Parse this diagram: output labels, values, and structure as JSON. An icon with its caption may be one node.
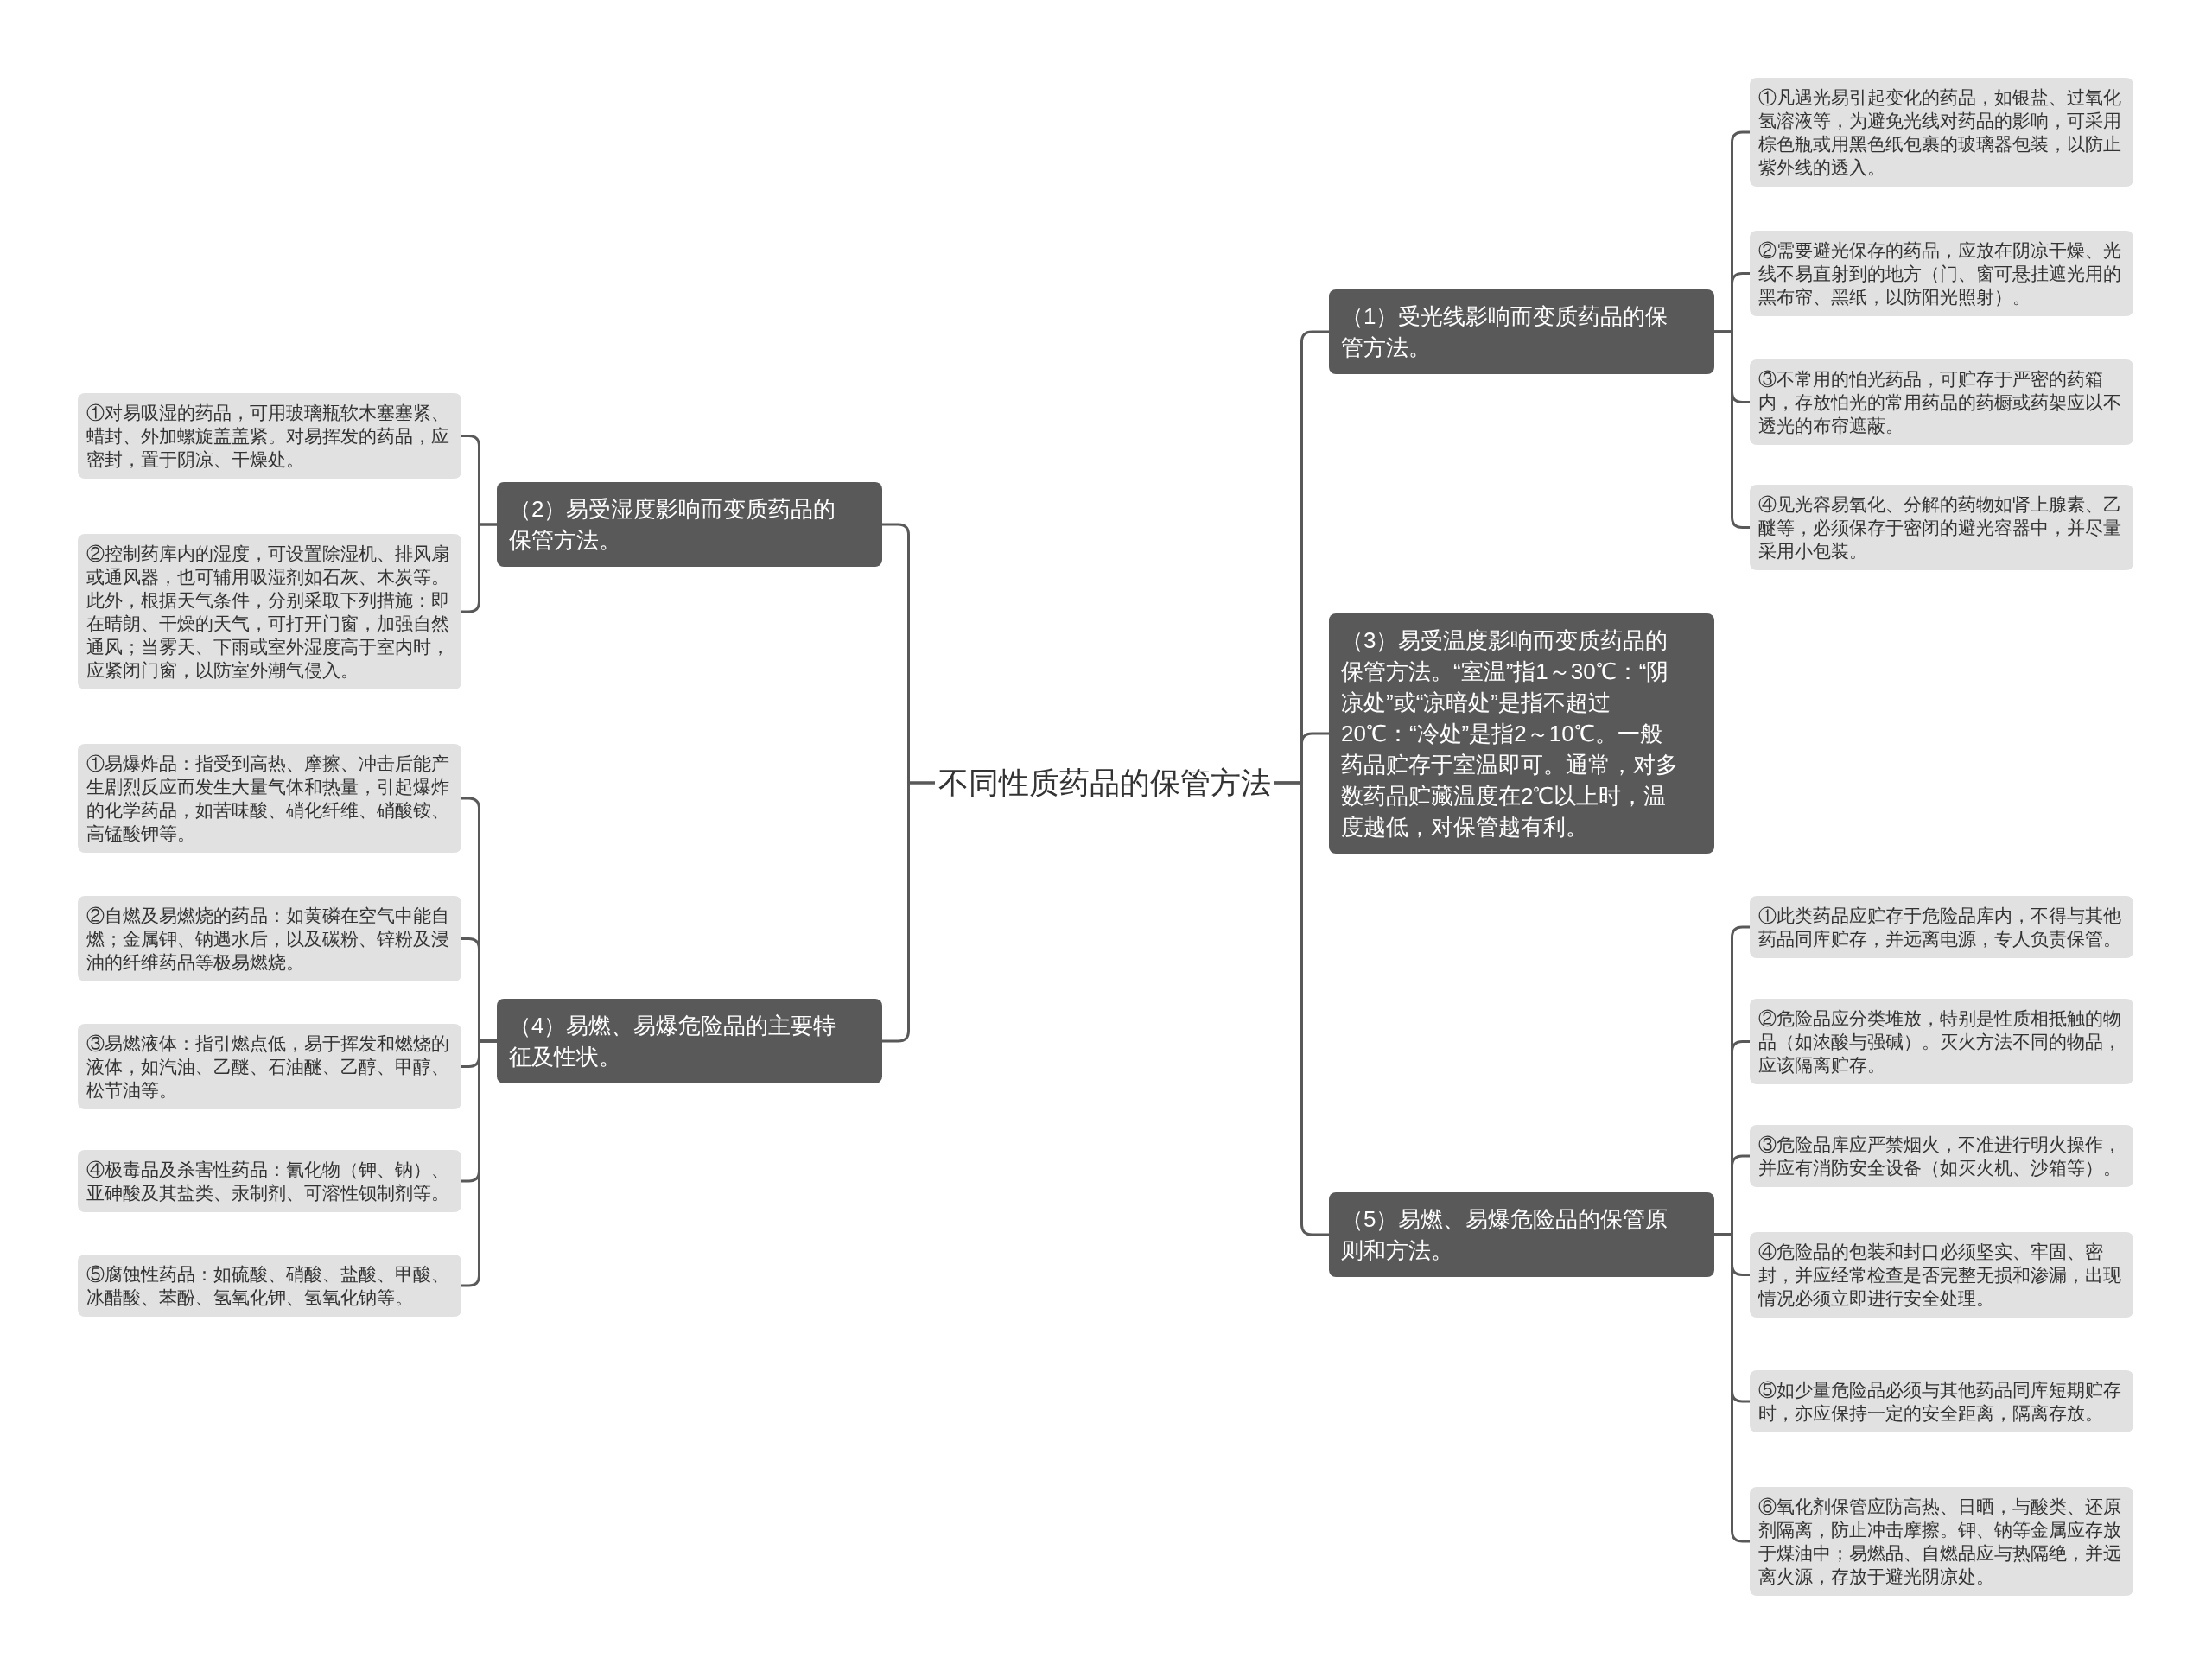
{
  "diagram": {
    "nodes": [
      {
        "text": [
          "不同性质药品的保管方法"
        ]
      },
      {
        "text": [
          "（1）受光线影响而变质药品的保管方法。"
        ]
      },
      {
        "text": [
          "①凡遇光易引起变化的药品，如银盐、过氧化氢溶液等，为避免光线对药品的影响，可采用棕色瓶或用黑色纸包裹的玻璃器包装，以防止紫外线的透入。"
        ]
      },
      {
        "text": [
          "②需要避光保存的药品，应放在阴凉干燥、光线不易直射到的地方（门、窗可悬挂遮光用的黑布帘、黑纸，以防阳光照射）。"
        ]
      },
      {
        "text": [
          "③不常用的怕光药品，可贮存于严密的药箱内，存放怕光的常用药品的药橱或药架应以不透光的布帘遮蔽。"
        ]
      },
      {
        "text": [
          "④见光容易氧化、分解的药物如肾上腺素、乙醚等，必须保存于密闭的避光容器中，并尽量采用小包装。"
        ]
      },
      {
        "text": [
          "（2）易受湿度影响而变质药品的保管方法。"
        ]
      },
      {
        "text": [
          "①对易吸湿的药品，可用玻璃瓶软木塞塞紧、蜡封、外加螺旋盖盖紧。对易挥发的药品，应密封，置于阴凉、干燥处。"
        ]
      },
      {
        "text": [
          "②控制药库内的湿度，可设置除湿机、排风扇或通风器，也可辅用吸湿剂如石灰、木炭等。此外，根据天气条件，分别采取下列措施：即在晴朗、干燥的天气，可打开门窗，加强自然通风；当雾天、下雨或室外湿度高于室内时，应紧闭门窗，以防室外潮气侵入。"
        ]
      },
      {
        "text": [
          "（3）易受温度影响而变质药品的保管方法。“室温”指1～30℃：“阴凉处”或“凉暗处”是指不超过20℃：“冷处”是指2～10℃。一般药品贮存于室温即可。通常，对多数药品贮藏温度在2℃以上时，温度越低，对保管越有利。"
        ]
      },
      {
        "text": [
          "（4）易燃、易爆危险品的主要特征及性状。"
        ]
      },
      {
        "text": [
          "①易爆炸品：指受到高热、摩擦、冲击后能产生剧烈反应而发生大量气体和热量，引起爆炸的化学药品，如苦味酸、硝化纤维、硝酸铵、高锰酸钾等。"
        ]
      },
      {
        "text": [
          "②自燃及易燃烧的药品：如黄磷在空气中能自燃；金属钾、钠遇水后，以及碳粉、锌粉及浸油的纤维药品等极易燃烧。"
        ]
      },
      {
        "text": [
          "③易燃液体：指引燃点低，易于挥发和燃烧的液体，如汽油、乙醚、石油醚、乙醇、甲醇、松节油等。"
        ]
      },
      {
        "text": [
          "④极毒品及杀害性药品：氰化物（钾、钠）、亚砷酸及其盐类、汞制剂、可溶性钡制剂等。"
        ]
      },
      {
        "text": [
          "⑤腐蚀性药品：如硫酸、硝酸、盐酸、甲酸、冰醋酸、苯酚、氢氧化钾、氢氧化钠等。"
        ]
      },
      {
        "text": [
          "（5）易燃、易爆危险品的保管原则和方法。"
        ]
      },
      {
        "text": [
          "①此类药品应贮存于危险品库内，不得与其他药品同库贮存，并远离电源，专人负责保管。"
        ]
      },
      {
        "text": [
          "②危险品应分类堆放，特别是性质相抵触的物品（如浓酸与强碱）。灭火方法不同的物品，应该隔离贮存。"
        ]
      },
      {
        "text": [
          "③危险品库应严禁烟火，不准进行明火操作，并应有消防安全设备（如灭火机、沙箱等）。"
        ]
      },
      {
        "text": [
          "④危险品的包装和封口必须坚实、牢固、密封，并应经常检查是否完整无损和渗漏，出现情况必须立即进行安全处理。"
        ]
      },
      {
        "text": [
          "⑤如少量危险品必须与其他药品同库短期贮存时，亦应保持一定的安全距离，隔离存放。"
        ]
      },
      {
        "text": [
          "⑥氧化剂保管应防高热、日晒，与酸类、还原剂隔离，防止冲击摩擦。钾、钠等金属应存放于煤油中；易燃品、自燃品应与热隔绝，并远离火源，存放于避光阴凉处。"
        ]
      }
    ],
    "edges": [
      {
        "from": 0,
        "to": 1,
        "arrow": "none"
      },
      {
        "from": 0,
        "to": 6,
        "arrow": "none"
      },
      {
        "from": 0,
        "to": 9,
        "arrow": "none"
      },
      {
        "from": 0,
        "to": 10,
        "arrow": "none"
      },
      {
        "from": 0,
        "to": 16,
        "arrow": "none"
      },
      {
        "from": 1,
        "to": 2,
        "arrow": "none"
      },
      {
        "from": 1,
        "to": 3,
        "arrow": "none"
      },
      {
        "from": 1,
        "to": 4,
        "arrow": "none"
      },
      {
        "from": 1,
        "to": 5,
        "arrow": "none"
      },
      {
        "from": 6,
        "to": 7,
        "arrow": "none"
      },
      {
        "from": 6,
        "to": 8,
        "arrow": "none"
      },
      {
        "from": 10,
        "to": 11,
        "arrow": "none"
      },
      {
        "from": 10,
        "to": 12,
        "arrow": "none"
      },
      {
        "from": 10,
        "to": 13,
        "arrow": "none"
      },
      {
        "from": 10,
        "to": 14,
        "arrow": "none"
      },
      {
        "from": 10,
        "to": 15,
        "arrow": "none"
      },
      {
        "from": 16,
        "to": 17,
        "arrow": "none"
      },
      {
        "from": 16,
        "to": 18,
        "arrow": "none"
      },
      {
        "from": 16,
        "to": 19,
        "arrow": "none"
      },
      {
        "from": 16,
        "to": 20,
        "arrow": "none"
      },
      {
        "from": 16,
        "to": 21,
        "arrow": "none"
      },
      {
        "from": 16,
        "to": 22,
        "arrow": "none"
      }
    ]
  }
}
